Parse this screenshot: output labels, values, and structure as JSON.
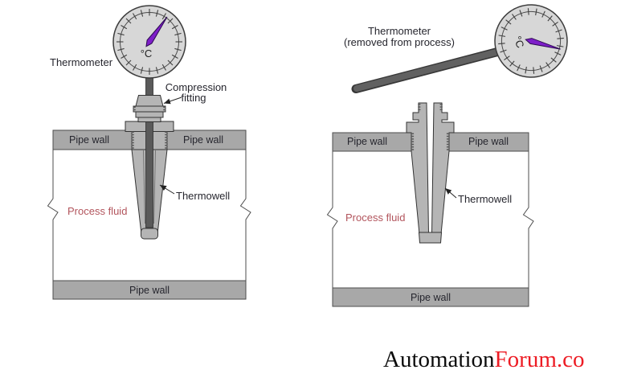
{
  "left_diagram": {
    "thermometer_label": "Thermometer",
    "compression_fitting_line1": "Compression",
    "compression_fitting_line2": "fitting",
    "pipe_wall_top_left": "Pipe wall",
    "pipe_wall_top_right": "Pipe wall",
    "pipe_wall_bottom": "Pipe wall",
    "thermowell_label": "Thermowell",
    "process_fluid_label": "Process fluid",
    "gauge_unit": "°C"
  },
  "right_diagram": {
    "thermometer_label_line1": "Thermometer",
    "thermometer_label_line2": "(removed from process)",
    "pipe_wall_top_left": "Pipe wall",
    "pipe_wall_top_right": "Pipe wall",
    "pipe_wall_bottom": "Pipe wall",
    "thermowell_label": "Thermowell",
    "process_fluid_label": "Process fluid",
    "gauge_unit": "°C"
  },
  "branding": {
    "text_black": "Automation",
    "text_red": "Forum.co"
  },
  "colors": {
    "needle": "#7e1ec9",
    "process_text": "#b2545c",
    "brand_red": "#ed1c24",
    "pipe_fill": "#a8a8a8",
    "component_fill": "#b5b5b5",
    "gauge_face": "#d7d7d7",
    "stem": "#5a5a5a",
    "label_text": "#26262e"
  }
}
